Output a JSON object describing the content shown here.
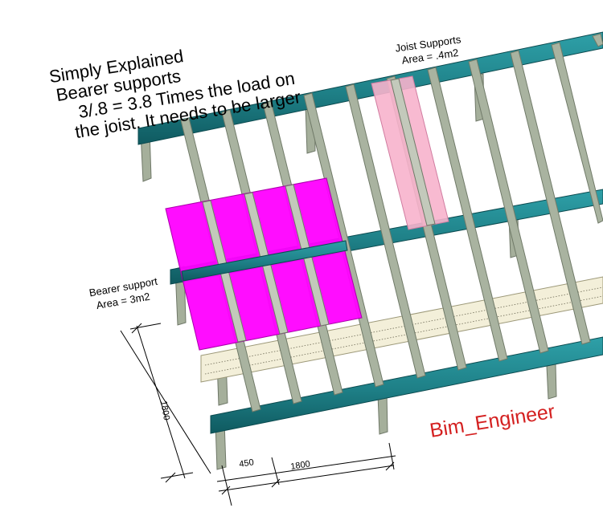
{
  "title_note": {
    "line1": "Simply Explained",
    "line2": "Bearer supports",
    "line3": "3/.8 = 3.8 Times the load on",
    "line4": "the joist. It needs to be larger"
  },
  "joist_label": {
    "line1": "Joist Supports",
    "line2": "Area = .4m2"
  },
  "bearer_label": {
    "line1": "Bearer support",
    "line2": "Area = 3m2"
  },
  "dimensions": {
    "bearer_span": "1800",
    "joist_spacing": "450",
    "joist_span": "1800"
  },
  "watermark": "Bim_Engineer",
  "colors": {
    "bearer": "#1e7f86",
    "joist": "#a9b3a0",
    "bearer_tributary": "#ff00ff",
    "joist_tributary": "#f7b3cc",
    "wall_plate": "#f3efd9",
    "watermark": "#d42020"
  }
}
